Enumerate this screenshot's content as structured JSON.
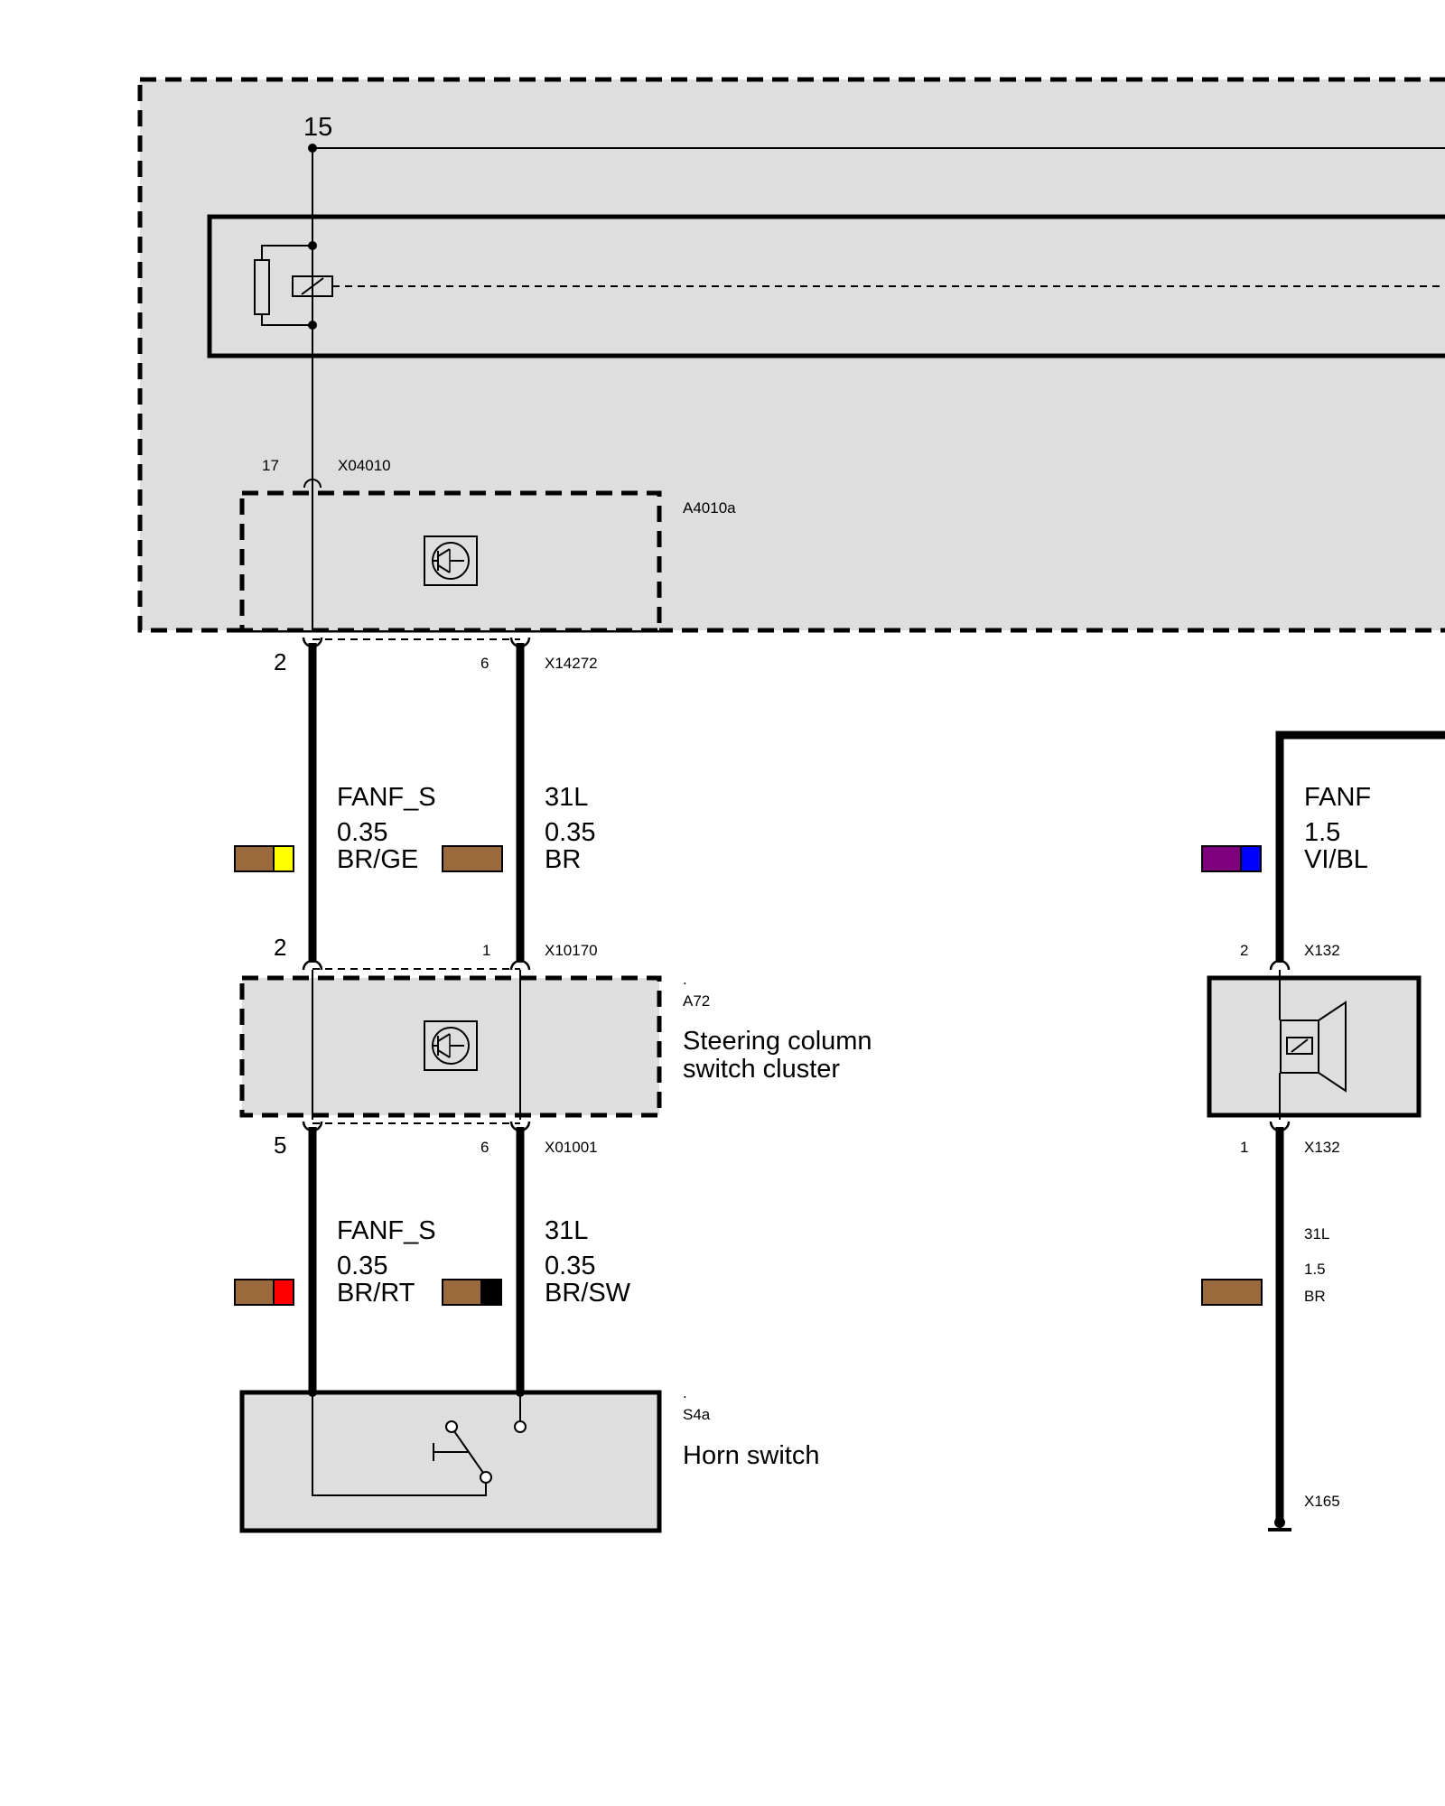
{
  "swatch_colors": {
    "BR": "#9b6a3c",
    "GE": "#ffff00",
    "RT": "#ff0000",
    "SW": "#000000",
    "VI": "#7f007f",
    "BL": "#0000ff"
  },
  "top_module": {
    "terminal": "15",
    "pin": "17",
    "connector": "X04010"
  },
  "a4010a": {
    "id": "A4010a",
    "icon": "transistor-icon"
  },
  "x14272": {
    "connector": "X14272",
    "pin_left": "2",
    "pin_right": "6"
  },
  "wire_fanf_s_1": {
    "signal": "FANF_S",
    "gauge": "0.35",
    "color_code": "BR/GE"
  },
  "wire_31l_1": {
    "signal": "31L",
    "gauge": "0.35",
    "color_code": "BR"
  },
  "x10170": {
    "connector": "X10170",
    "pin_left": "2",
    "pin_right": "1"
  },
  "a72": {
    "dot": ".",
    "id": "A72",
    "name_line1": "Steering column",
    "name_line2": "switch cluster",
    "icon": "transistor-icon"
  },
  "x01001": {
    "connector": "X01001",
    "pin_left": "5",
    "pin_right": "6"
  },
  "wire_fanf_s_2": {
    "signal": "FANF_S",
    "gauge": "0.35",
    "color_code": "BR/RT"
  },
  "wire_31l_2": {
    "signal": "31L",
    "gauge": "0.35",
    "color_code": "BR/SW"
  },
  "s4a": {
    "dot": ".",
    "id": "S4a",
    "name": "Horn switch",
    "icon": "push-switch-icon"
  },
  "horn": {
    "wire_in": {
      "signal": "FANF",
      "gauge": "1.5",
      "color_code": "VI/BL"
    },
    "top_pin": "2",
    "top_connector": "X132",
    "bottom_pin": "1",
    "bottom_connector": "X132",
    "wire_out": {
      "signal": "31L",
      "gauge": "1.5",
      "color_code": "BR"
    },
    "ground_connector": "X165",
    "icon": "horn-icon"
  }
}
